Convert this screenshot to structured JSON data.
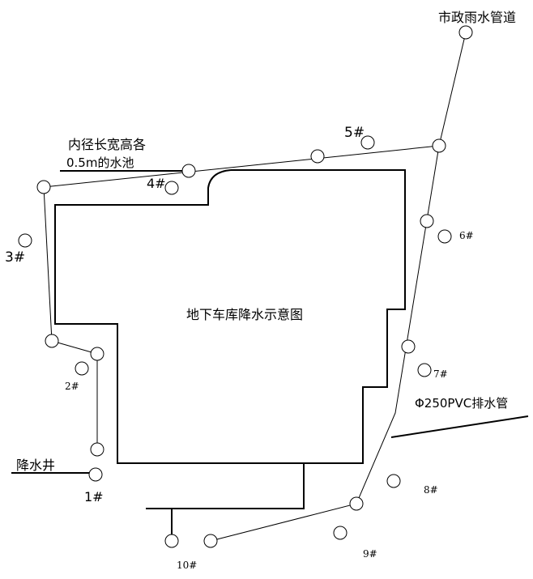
{
  "diagram": {
    "title": "地下车库降水示意图",
    "callouts": {
      "rain_pipe": "市政雨水管道",
      "pool_line1": "内径长宽高各",
      "pool_line2": "0.5m的水池",
      "pvc_pipe": "Φ250PVC排水管",
      "dewatering_well": "降水井"
    },
    "wells": [
      "1#",
      "2#",
      "3#",
      "4#",
      "5#",
      "6#",
      "7#",
      "8#",
      "9#",
      "10#"
    ]
  },
  "colors": {
    "line": "#000000",
    "background": "#ffffff"
  }
}
